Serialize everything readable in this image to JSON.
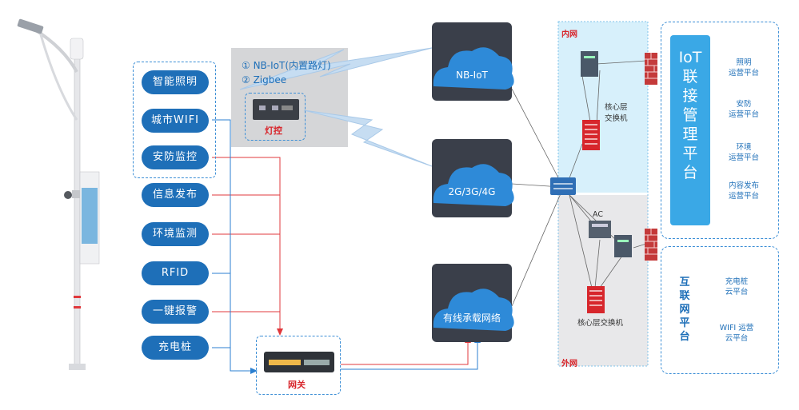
{
  "colors": {
    "pill_blue": "#1e6fb8",
    "cloud_blue": "#2e8ad8",
    "dark_tile": "#3a3f4a",
    "red_line": "#e0383c",
    "blue_line": "#2b7fd0",
    "inner_bg": "#d7f0fb",
    "outer_bg": "#e8e8ea",
    "platform_blue": "#3aa8e6"
  },
  "services": [
    "智能照明",
    "城市WIFI",
    "安防监控",
    "信息发布",
    "环境监测",
    "RFID",
    "一键报警",
    "充电桩"
  ],
  "wireless": {
    "protocols": [
      "① NB-IoT(内置路灯)",
      "② Zigbee"
    ],
    "controller_label": "灯控"
  },
  "gateway_label": "网关",
  "clouds": {
    "nbiot": "NB-IoT",
    "cellular": "2G/3G/4G",
    "wired": "有线承载网络"
  },
  "network": {
    "inner_label": "内网",
    "outer_label": "外网",
    "inner_switch": [
      "核心层",
      "交换机"
    ],
    "ac_label": "AC",
    "outer_switch": "核心层交换机"
  },
  "iot_platform": {
    "title": "IoT联接管理平台",
    "items": [
      [
        "照明",
        "运营平台"
      ],
      [
        "安防",
        "运营平台"
      ],
      [
        "环境",
        "运营平台"
      ],
      [
        "内容发布",
        "运营平台"
      ]
    ]
  },
  "internet_platform": {
    "title": "互联网平台",
    "items": [
      [
        "充电桩",
        "云平台"
      ],
      [
        "WIFI 运营",
        "云平台"
      ]
    ]
  }
}
